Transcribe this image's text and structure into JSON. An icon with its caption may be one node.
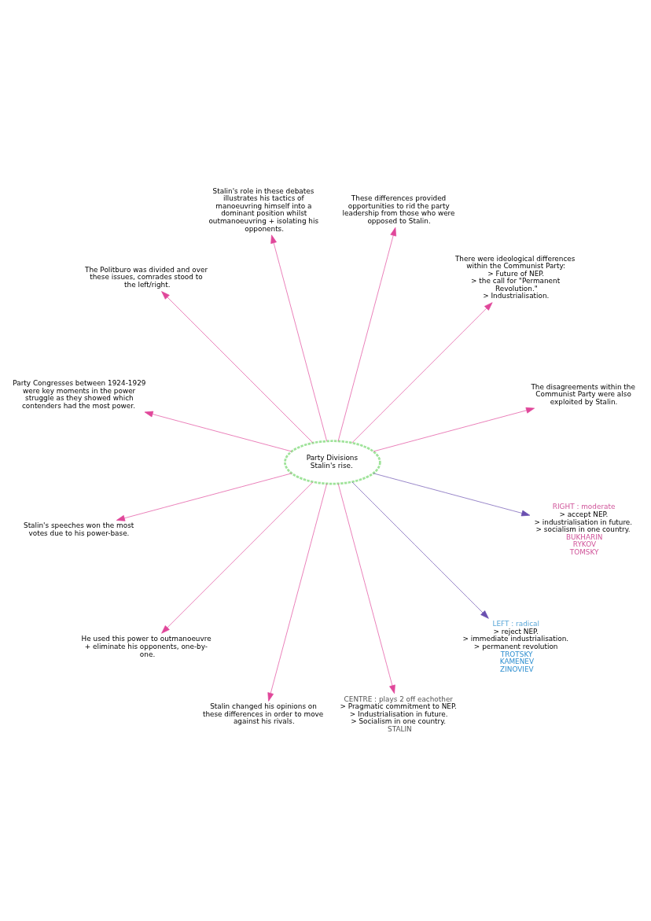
{
  "diagram": {
    "nodes": [
      {
        "text": [
          "Party Divisions",
          "Stalin's rise."
        ]
      },
      {
        "text": [
          "The disagreements within the Communist Party were also exploited by Stalin."
        ]
      },
      {
        "text": [
          "There were ideological differences within the Communist Party:",
          "> Future of NEP.",
          "> the call for \"Permanent Revolution.\"",
          "> Industrialisation."
        ]
      },
      {
        "text": [
          "These differences provided opportunities to rid the party leadership from those who were opposed to Stalin."
        ]
      },
      {
        "text": [
          "Stalin's role in these debates illustrates his tactics of manoeuvring himself into a dominant position whilst outmanoeuvring + isolating his opponents."
        ]
      },
      {
        "text": [
          "The Politburo was divided and over these issues, comrades stood to the left/right."
        ]
      },
      {
        "text": [
          "Party Congresses between 1924-1929 were key moments in the power struggle as they showed which contenders had the most power."
        ]
      },
      {
        "text": [
          "Stalin's speeches won the most votes due to his power-base."
        ]
      },
      {
        "text": [
          "He used this power to outmanoeuvre + eliminate his opponents, one-by-one."
        ]
      },
      {
        "text": [
          "Stalin changed his opinions on these differences in order to move against his rivals."
        ]
      },
      {
        "text": [
          "CENTRE : plays 2 off eachother",
          "> Pragmatic commitment to NEP.",
          "> Industrialisation in future.",
          "> Socialism in one country.",
          "STALIN"
        ]
      },
      {
        "text": [
          "LEFT : radical",
          "> reject NEP.",
          "> immediate industrialisation.",
          "> permanent revolution",
          "TROTSKY",
          "KAMENEV",
          "ZINOVIEV"
        ]
      },
      {
        "text": [
          "RIGHT : moderate",
          "> accept NEP.",
          "> industrialisation in future.",
          "> socialism in one country.",
          "BUKHARIN",
          "RYKOV",
          "TOMSKY"
        ]
      }
    ],
    "edges": [
      {
        "from": 0,
        "to": 1,
        "arrow": "to"
      },
      {
        "from": 0,
        "to": 2,
        "arrow": "to"
      },
      {
        "from": 0,
        "to": 11,
        "arrow": "to",
        "color": "#6a4fb0"
      },
      {
        "from": 0,
        "to": 12,
        "arrow": "to",
        "color": "#6a4fb0"
      },
      {
        "from": 0,
        "to": 10,
        "arrow": "to"
      },
      {
        "from": 0,
        "to": 3,
        "arrow": "to"
      },
      {
        "from": 0,
        "to": 4,
        "arrow": "to"
      },
      {
        "from": 0,
        "to": 6,
        "arrow": "to"
      },
      {
        "from": 0,
        "to": 9,
        "arrow": "to"
      },
      {
        "from": 0,
        "to": 5,
        "arrow": "to"
      },
      {
        "from": 0,
        "to": 7,
        "arrow": "to"
      },
      {
        "from": 0,
        "to": 8,
        "arrow": "to"
      }
    ]
  }
}
